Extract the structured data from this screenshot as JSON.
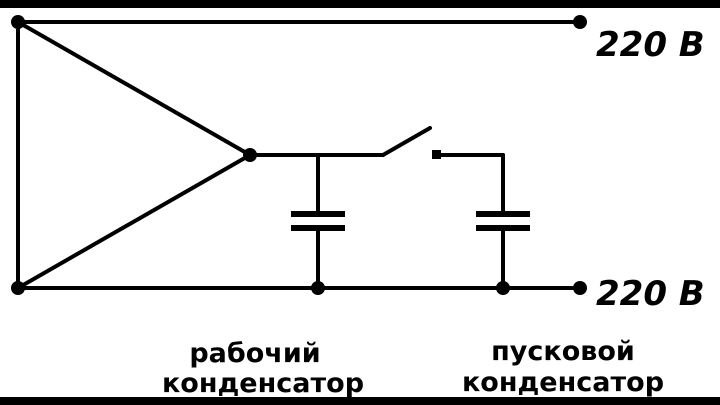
{
  "colors": {
    "background": "#ffffff",
    "line": "#000000",
    "frame": "#000000"
  },
  "labels": {
    "voltage_top": "220 В",
    "voltage_bottom": "220 В",
    "working_cap_line1": "рабочий",
    "working_cap_line2": "конденсатор",
    "start_cap_line1": "пусковой",
    "start_cap_line2": "конденсатор"
  }
}
